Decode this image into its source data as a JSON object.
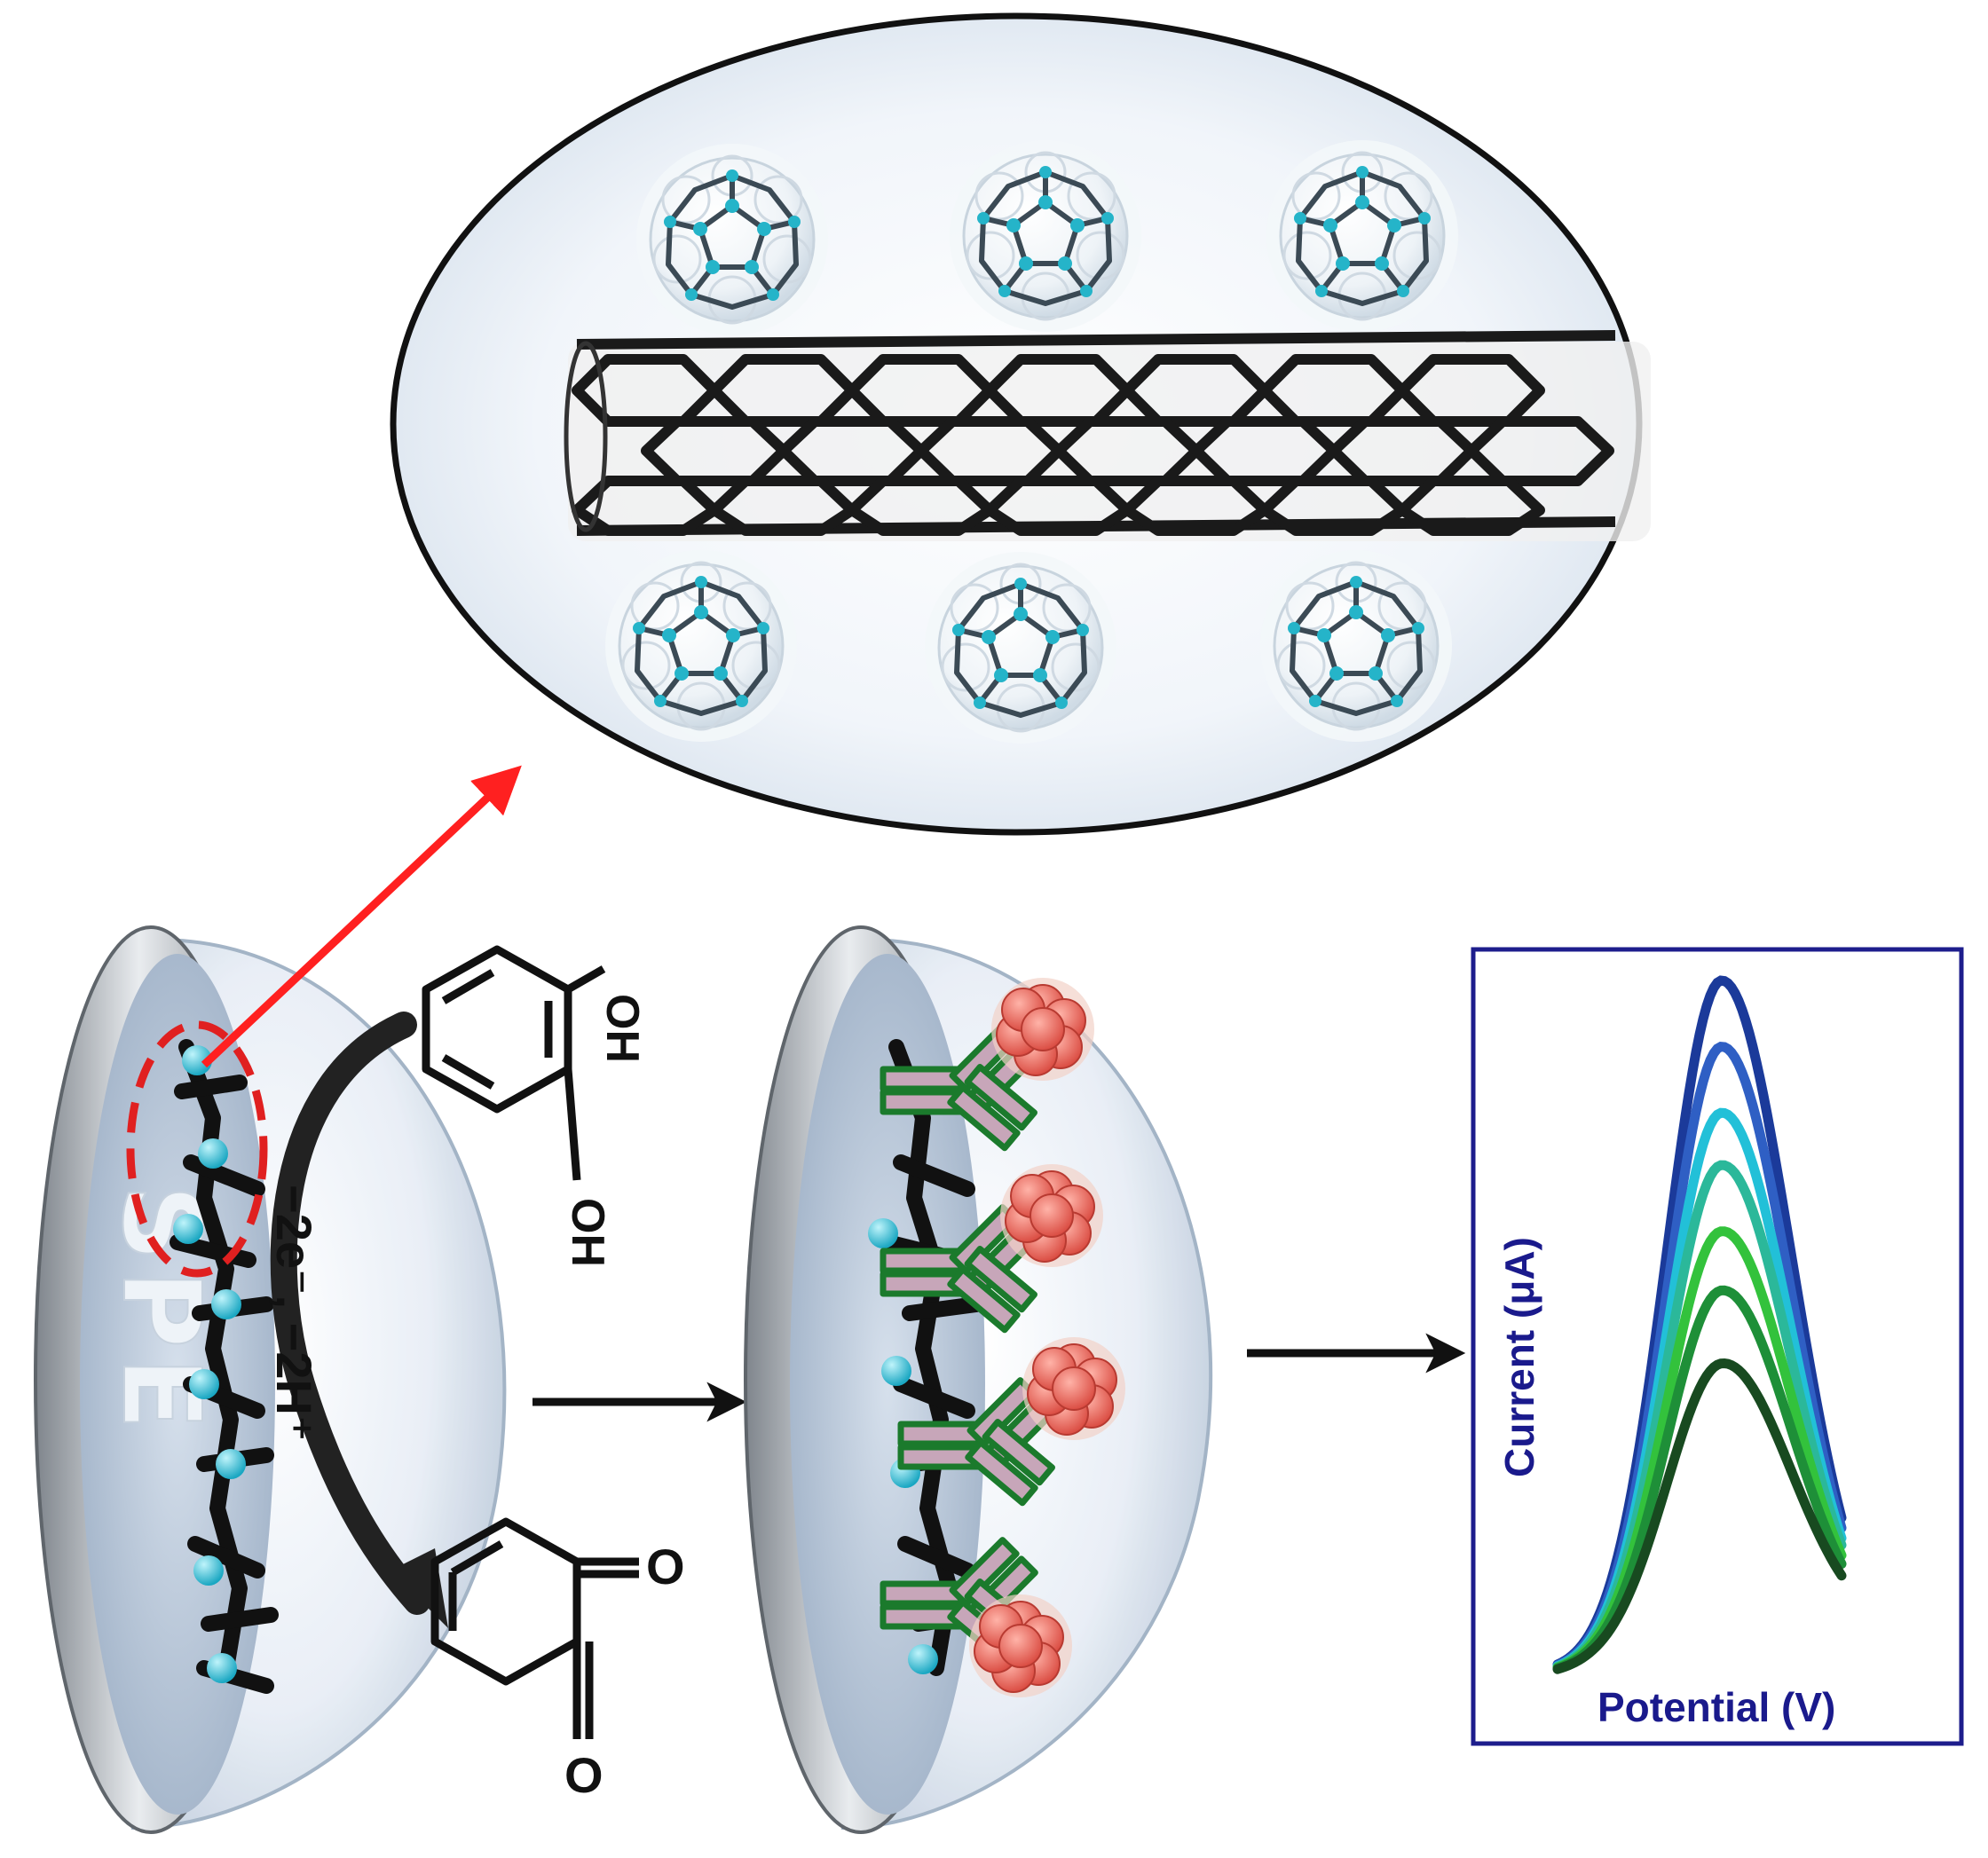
{
  "labels": {
    "electrode": "SPE",
    "hydroxyl_top": "OH",
    "hydroxyl_bottom": "OH",
    "ketone_top": "O",
    "ketone_bottom": "O",
    "reaction_top": "−2e⁻, −2H⁺"
  },
  "chart_data": {
    "type": "line",
    "title": "",
    "xlabel": "Potential (V)",
    "ylabel": "Current (μA)",
    "x_ticks": [],
    "y_ticks": [],
    "peak_heights_relative": [
      1.0,
      0.9,
      0.8,
      0.72,
      0.62,
      0.53,
      0.42
    ],
    "series": [
      {
        "values": [
          1.0
        ],
        "color": "#1b3a9a"
      },
      {
        "values": [
          0.9
        ],
        "color": "#2f5fc4"
      },
      {
        "values": [
          0.8
        ],
        "color": "#22c0d8"
      },
      {
        "values": [
          0.72
        ],
        "color": "#2bb89a"
      },
      {
        "values": [
          0.62
        ],
        "color": "#33c23c"
      },
      {
        "values": [
          0.53
        ],
        "color": "#1e8f38"
      },
      {
        "values": [
          0.42
        ],
        "color": "#184a20"
      }
    ]
  },
  "colors": {
    "arrow_red": "#ff2020",
    "dashed_circle": "#e02020",
    "plot_frame": "#1d1d8c",
    "axis_label": "#1a1a8c",
    "sphere_accent": "#2bb6c8",
    "antigen": "#e0564a",
    "antibody_outline": "#1b7a2c",
    "antibody_fill": "#c7a6b9"
  },
  "icons": [
    "fullerene-icon",
    "nanotube-icon",
    "antibody-icon",
    "antigen-icon",
    "catechol-icon",
    "quinone-icon"
  ]
}
